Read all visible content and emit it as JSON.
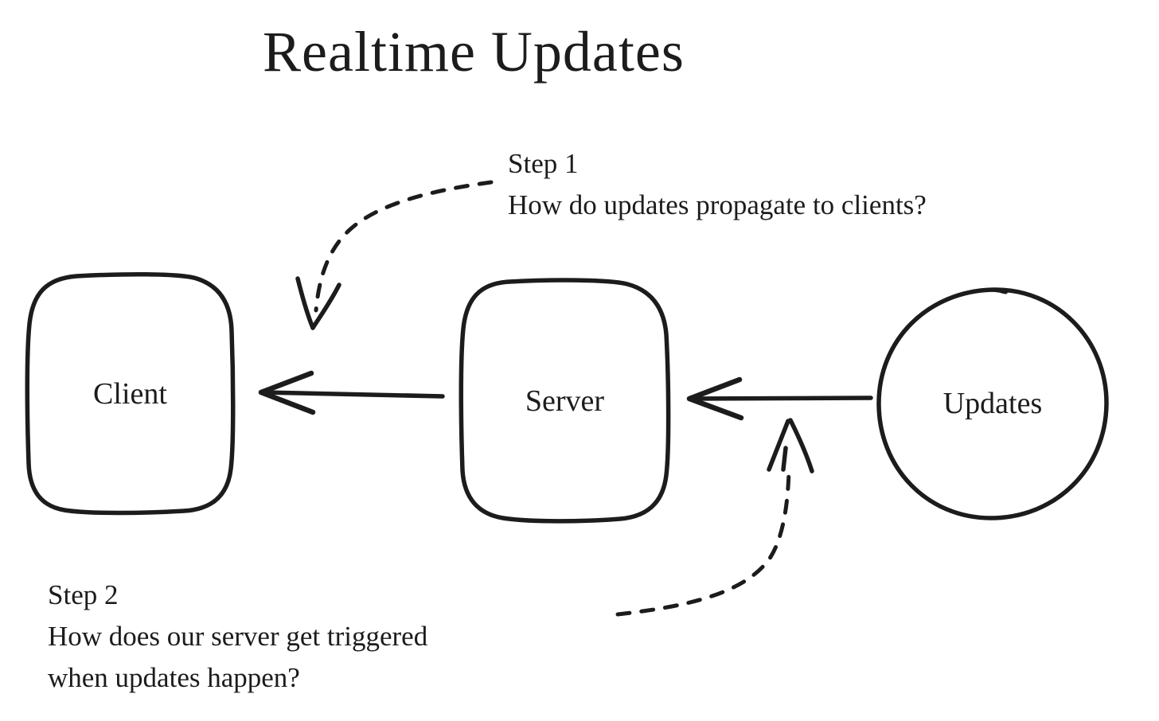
{
  "title": "Realtime Updates",
  "colors": {
    "ink": "#1c1c1c",
    "background": "#ffffff"
  },
  "steps": [
    {
      "label": "Step 1",
      "question": "How do updates propagate to clients?"
    },
    {
      "label": "Step 2",
      "question_line1": "How does our server get triggered",
      "question_line2": "when updates happen?"
    }
  ],
  "nodes": [
    {
      "id": "client",
      "label": "Client",
      "shape": "rounded-rectangle"
    },
    {
      "id": "server",
      "label": "Server",
      "shape": "rounded-rectangle"
    },
    {
      "id": "updates",
      "label": "Updates",
      "shape": "circle"
    }
  ],
  "edges": [
    {
      "from": "server",
      "to": "client",
      "style": "solid-arrow"
    },
    {
      "from": "updates",
      "to": "server",
      "style": "solid-arrow"
    },
    {
      "from": "step-1-note",
      "to": "space-left-of-server",
      "style": "dashed-arrow"
    },
    {
      "from": "step-2-note",
      "to": "updates-to-server-arrow",
      "style": "dashed-arrow"
    }
  ]
}
